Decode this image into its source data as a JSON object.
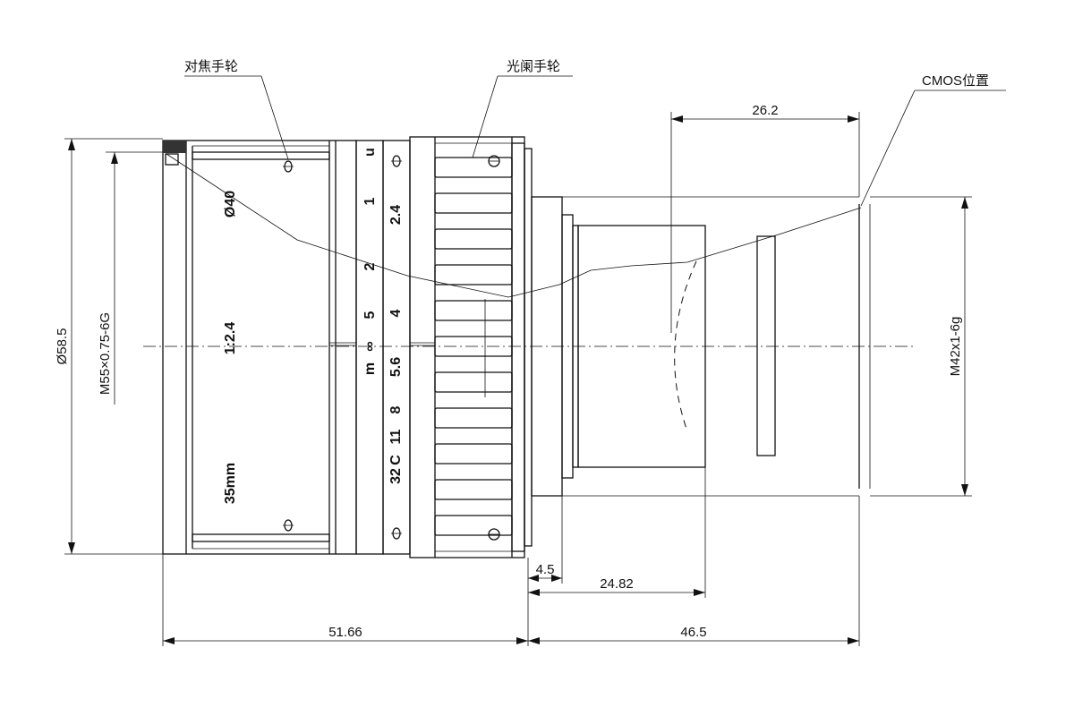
{
  "labels": {
    "focus_ring": "对焦手轮",
    "iris_ring": "光阑手轮",
    "cmos_position": "CMOS位置"
  },
  "dimensions": {
    "outer_diameter": "Ø58.5",
    "front_thread": "M55×0.75-6G",
    "mount_thread": "M42x1-6g",
    "cmos_distance": "26.2",
    "flange_step": "4.5",
    "back_length": "24.82",
    "body_length": "51.66",
    "back_focus": "46.5"
  },
  "lens_markings": {
    "filter": "Ø40",
    "aperture": "1:2.4",
    "focal": "35mm"
  },
  "focus_scale": {
    "top": "u",
    "values": [
      "1",
      "2",
      "5",
      "∞"
    ],
    "unit": "m"
  },
  "iris_scale": {
    "values": [
      "2.4",
      "4",
      "5.6",
      "8",
      "11",
      "32"
    ],
    "close_marker": "C"
  }
}
